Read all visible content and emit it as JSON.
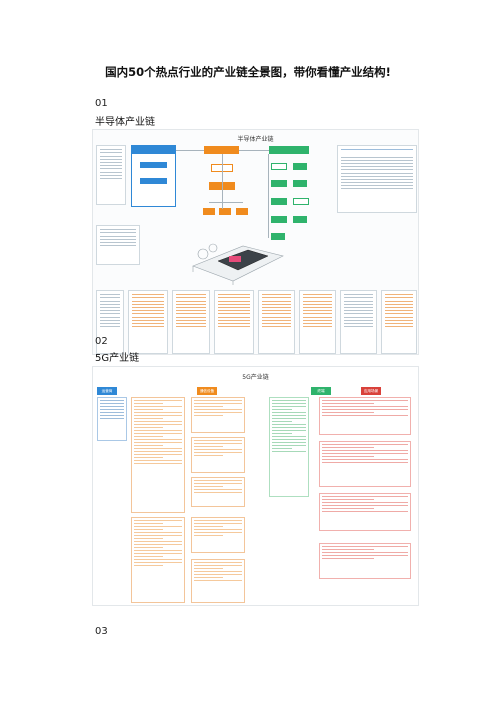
{
  "page_title": "国内50个热点行业的产业链全景图，带你看懂产业结构!",
  "sections": [
    {
      "number": "01",
      "name": "半导体产业链"
    },
    {
      "number": "02",
      "name": "5G产业链"
    },
    {
      "number": "03"
    }
  ],
  "chart1": {
    "title": "半导体产业链",
    "colors": {
      "blue": "#2f88d6",
      "orange": "#f08b1e",
      "green": "#2fb36c"
    }
  },
  "chart2": {
    "title": "5G产业链",
    "tags": [
      "运营商",
      "通信设备",
      "终端",
      "应用场景"
    ],
    "colors": {
      "blue": "#2f88d6",
      "orange": "#f08b1e",
      "green": "#2fb36c",
      "red": "#d9413a"
    }
  }
}
